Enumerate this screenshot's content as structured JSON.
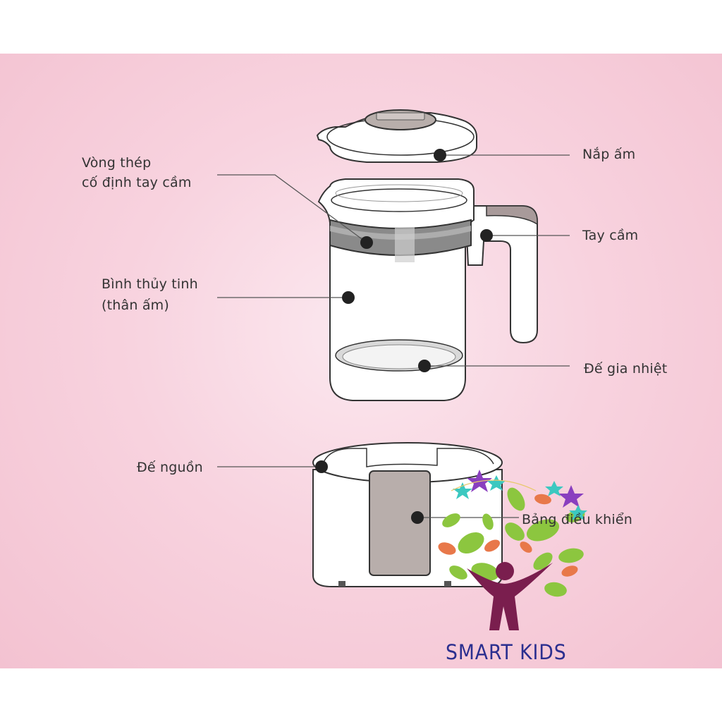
{
  "labels": {
    "lid": "Nắp ấm",
    "steel_ring_line1": "Vòng thép",
    "steel_ring_line2": "cố định tay cầm",
    "handle": "Tay cầm",
    "glass_body_line1": "Bình thủy tinh",
    "glass_body_line2": "(thân ấm)",
    "heating_base": "Đế gia nhiệt",
    "power_base": "Đế nguồn",
    "control_panel": "Bảng điều khiển"
  },
  "logo": {
    "text": "SMART KIDS"
  },
  "colors": {
    "background": "#f6cbd8",
    "outline": "#333333",
    "steel_ring": "#8a8a8a",
    "handle_grip": "#a89a9a",
    "panel": "#b8aeab",
    "logo_text": "#2b2f8f",
    "logo_person": "#7a1e4e",
    "leaf_green": "#8cc63f",
    "leaf_orange": "#e8784a",
    "star_purple": "#8a3fbf",
    "star_teal": "#3cc8c0"
  }
}
